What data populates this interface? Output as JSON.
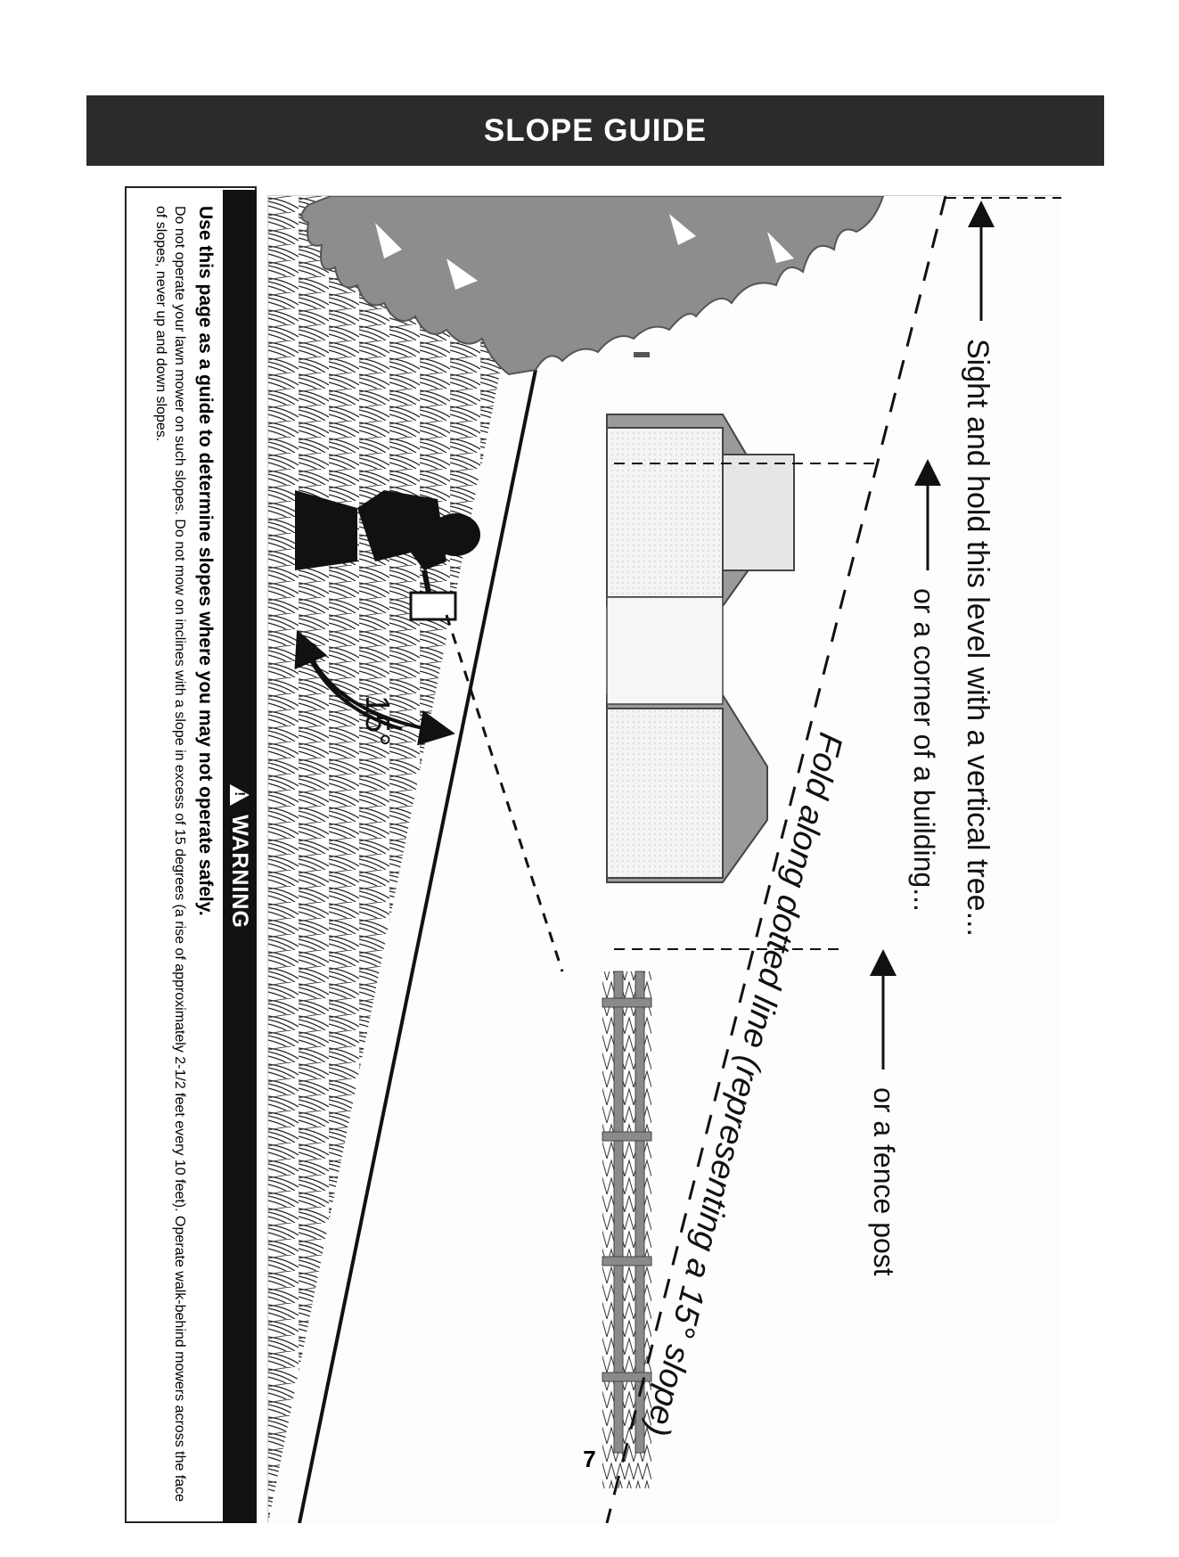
{
  "header": {
    "title": "SLOPE GUIDE"
  },
  "warning": {
    "heading": "WARNING",
    "subheading": "Use this page as a guide to determine slopes where you may not operate safely.",
    "body": "Do not operate your lawn mower on such slopes. Do not mow on inclines with a slope in excess of 15 degrees (a rise of approximately 2-1/2 feet every 10 feet). Operate walk-behind mowers across the face of slopes, never up and down slopes."
  },
  "illustration": {
    "tree_instruction": "Sight and hold this level with a vertical tree...",
    "building_instruction": "or a corner of a building...",
    "fence_instruction": "or a fence post",
    "fold_instruction": "Fold along dotted line (representing a 15° slope)",
    "angle_label": "15°"
  },
  "footer": {
    "page_number": "7"
  },
  "colors": {
    "header_bg": "#2b2b2b",
    "foliage": "#8a8a8a",
    "roof": "#9a9a9a",
    "ink": "#111111"
  }
}
